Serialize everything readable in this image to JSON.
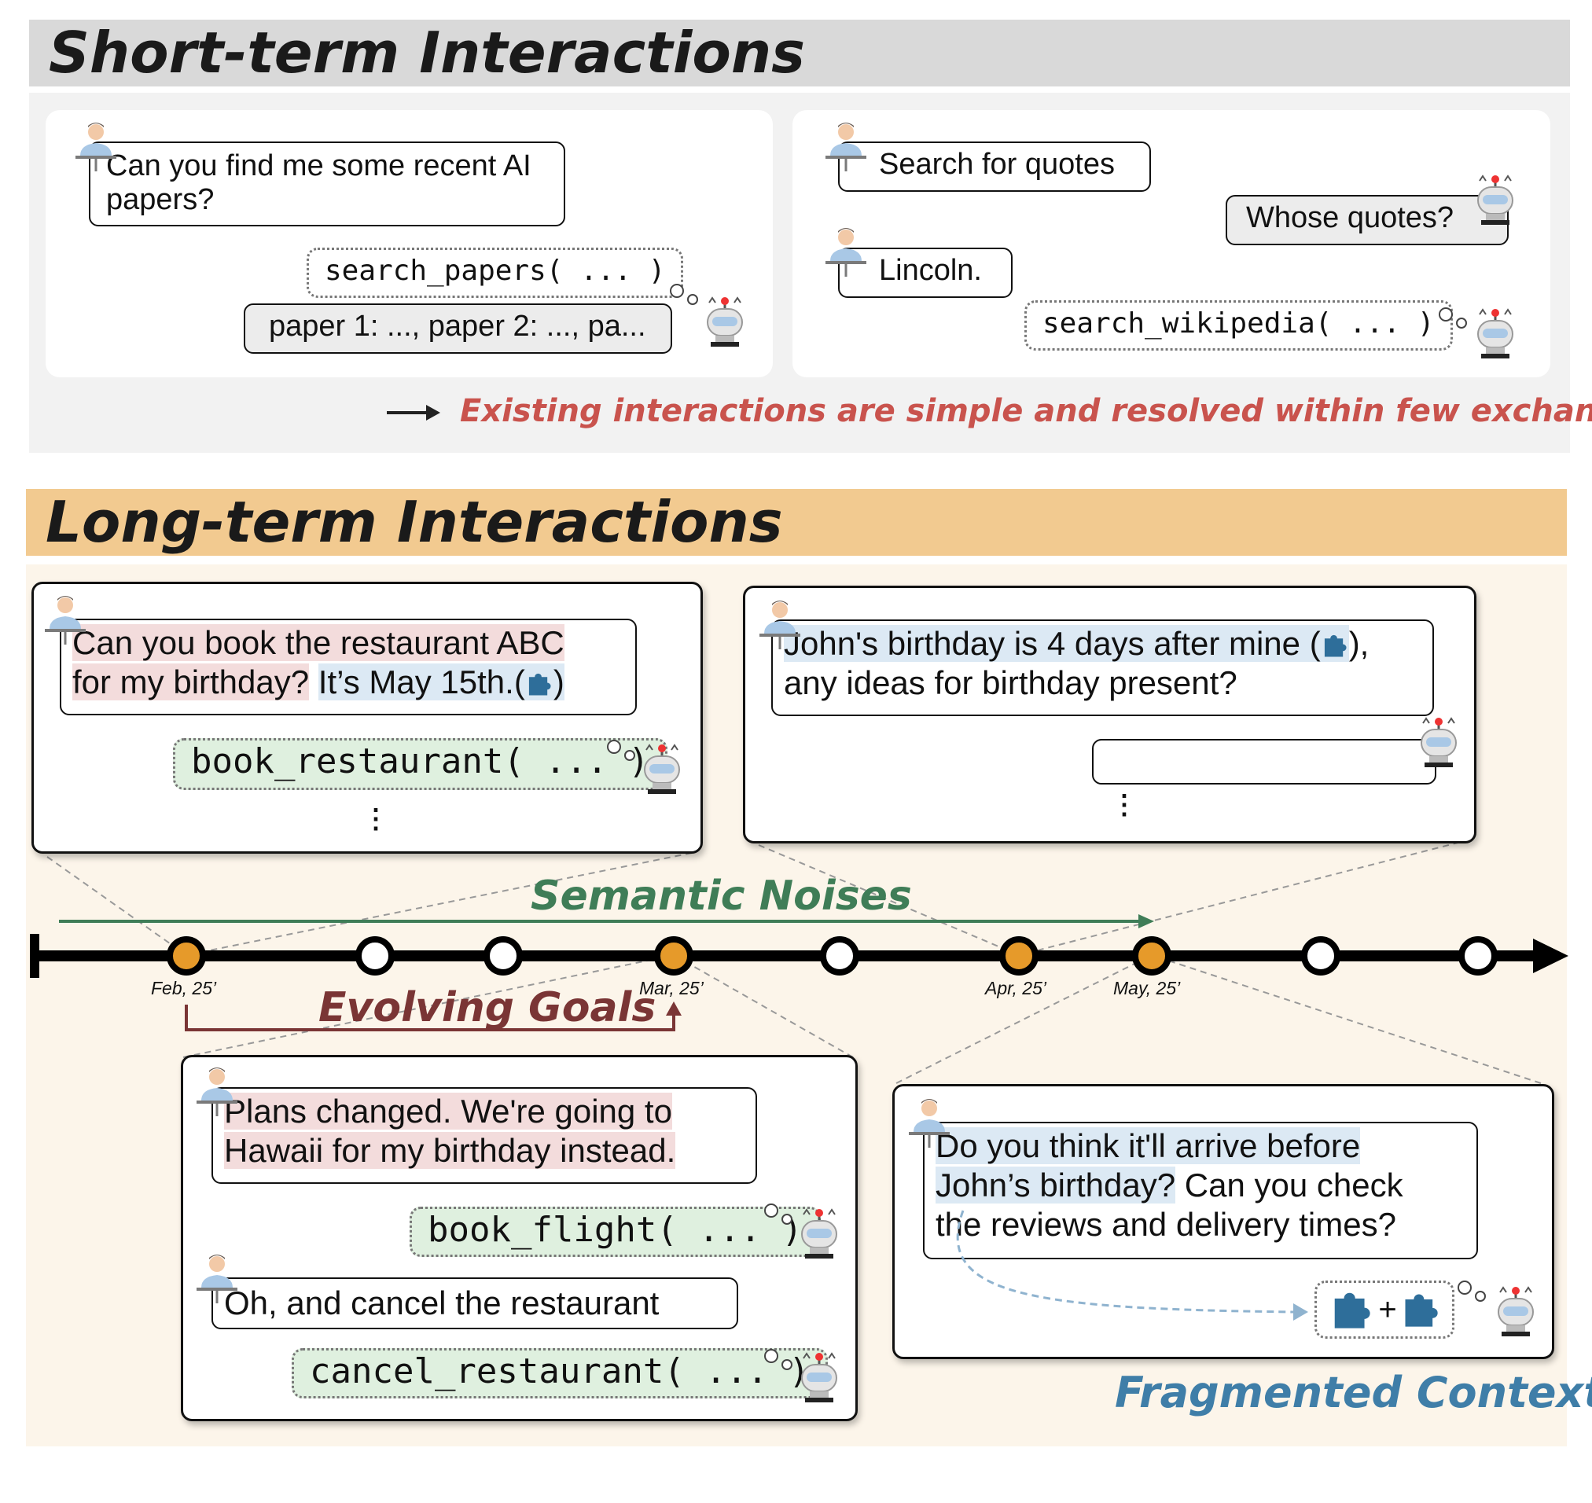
{
  "short_term": {
    "title": "Short-term Interactions",
    "left": {
      "user_message": "Can you find me some recent AI papers?",
      "tool_call": "search_papers( ... )",
      "tool_result": "paper 1: ..., paper 2: ..., pa..."
    },
    "right": {
      "user_message_1": "Search for quotes",
      "agent_message": "Whose quotes?",
      "user_message_2": "Lincoln.",
      "tool_call": "search_wikipedia( ... )"
    },
    "conclusion": "Existing interactions are simple and resolved within few exchanges"
  },
  "long_term": {
    "title": "Long-term Interactions",
    "feb_card": {
      "line1": "Can you book the restaurant ABC",
      "line2_a": "for my birthday?",
      "line2_b": "It’s May 15th.",
      "open_paren": "(",
      "close_paren": ")",
      "tool_call": "book_restaurant( ... )"
    },
    "apr_card": {
      "line1": "John's birthday is 4 days after mine",
      "open_paren": "(",
      "close_paren": "),",
      "line2": "any ideas for birthday present?"
    },
    "mar_card": {
      "line1": "Plans changed. We're going to",
      "line2": "Hawaii for my birthday instead.",
      "tool_call_1": "book_flight( ... )",
      "user_message_2": "Oh, and cancel the restaurant",
      "tool_call_2": "cancel_restaurant( ... )"
    },
    "may_card": {
      "line1": "Do you think it'll arrive before",
      "line2_a": "John’s birthday?",
      "line2_b": "Can you check",
      "line3": "the reviews and delivery times?",
      "plus": "+"
    },
    "timeline": {
      "dates": [
        "Feb, 25’",
        "Mar, 25’",
        "Apr, 25’",
        "May, 25’"
      ]
    },
    "labels": {
      "semantic_noises": "Semantic Noises",
      "evolving_goals": "Evolving Goals",
      "fragmented_context": "Fragmented Context"
    }
  },
  "colors": {
    "short_header": "#d9d9d9",
    "long_header": "#f2ca90",
    "long_panel": "#fcf5ea",
    "note_red": "#c9534d",
    "green_label": "#3f7d57",
    "goals_label": "#7a3535",
    "fragment_label": "#3f7ea8",
    "node_orange": "#e69a2a",
    "puzzle_blue": "#2e6e9a"
  },
  "icons": [
    "user-icon",
    "robot-icon",
    "puzzle-icon",
    "thought-bubble-icon"
  ]
}
